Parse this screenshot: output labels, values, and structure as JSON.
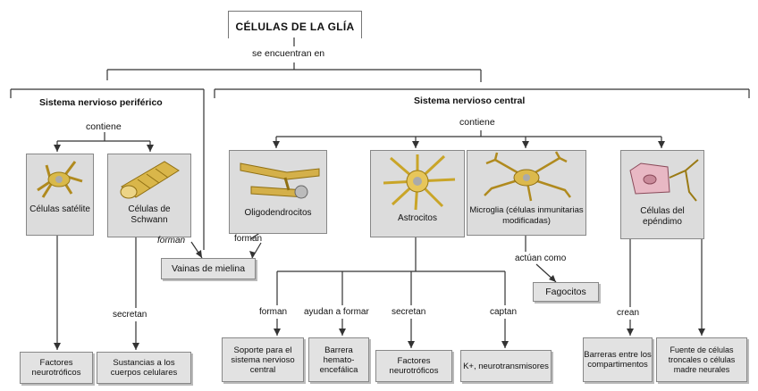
{
  "title": "CÉLULAS DE LA GLÍA",
  "root_relation": "se encuentran en",
  "peripheral": {
    "label": "Sistema nervioso periférico",
    "relation": "contiene",
    "cells": [
      {
        "label": "Células satélite"
      },
      {
        "label": "Células de Schwann"
      }
    ],
    "schwann_verb": "forman",
    "secretan": "secretan",
    "outputs": [
      "Factores neurotróficos",
      "Sustancias a los cuerpos celulares"
    ]
  },
  "central": {
    "label": "Sistema nervioso central",
    "relation": "contiene",
    "cells": [
      {
        "label": "Oligodendrocitos"
      },
      {
        "label": "Astrocitos"
      },
      {
        "label": "Microglia (células inmunitarias modificadas)"
      },
      {
        "label": "Células del epéndimo"
      }
    ],
    "oligo_verb": "forman",
    "microglia_verb": "actúan como",
    "fagocitos": "Fagocitos",
    "astro_verbs": [
      "forman",
      "ayudan a formar",
      "secretan",
      "captan"
    ],
    "astro_outputs": [
      "Soporte para el sistema nervioso central",
      "Barrera hemato-encefálica",
      "Factores neurotróficos",
      "K+, neurotransmisores"
    ],
    "epen_verb": "crean",
    "epen_outputs": [
      "Barreras entre los compartimentos",
      "Fuente de células troncales o células madre neurales"
    ]
  },
  "shared_output": "Vainas de mielina"
}
